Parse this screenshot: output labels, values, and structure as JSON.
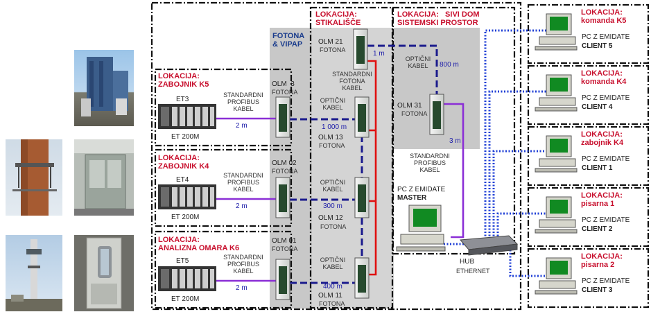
{
  "colors": {
    "location": "#c8102e",
    "distance": "#1a1aa8",
    "shade": "#c8c8c8",
    "purple_cable": "#8b2fd6",
    "red_cable": "#e01010",
    "blue_fiber": "#1a1a8c",
    "ethernet": "#1f3fd6"
  },
  "photos": [
    {
      "name": "photo-industrial-plant",
      "icon": "factory-photo"
    },
    {
      "name": "photo-chimney",
      "icon": "chimney-photo"
    },
    {
      "name": "photo-electrical-cabinet",
      "icon": "cabinet-photo"
    },
    {
      "name": "photo-stack-tower",
      "icon": "tower-photo"
    },
    {
      "name": "photo-analyzer-cabinet",
      "icon": "analyzer-photo"
    }
  ],
  "fotona_vipap": "FOTONA\n& VIPAP",
  "loc_stikalisce": {
    "line1": "LOKACIJA:",
    "line2": "STIKALIŠČE"
  },
  "loc_sivi_dom": {
    "line1": "LOKACIJA:   SIVI DOM",
    "line2": "SISTEMSKI PROSTOR"
  },
  "left_stations": [
    {
      "loc1": "LOKACIJA:",
      "loc2": "ZABOJNIK K5",
      "et": "ET3",
      "et200": "ET 200M",
      "cable": "STANDARDNI\nPROFIBUS\nKABEL",
      "dist": "2 m",
      "olm": "OLM  3",
      "fotona": "FOTONA"
    },
    {
      "loc1": "LOKACIJA:",
      "loc2": "ZABOJNIK K4",
      "et": "ET4",
      "et200": "ET 200M",
      "cable": "STANDARDNI\nPROFIBUS\nKABEL",
      "dist": "2 m",
      "olm": "OLM 02",
      "fotona": "FOTONA"
    },
    {
      "loc1": "LOKACIJA:",
      "loc2": "ANALIZNA OMARA K6",
      "et": "ET5",
      "et200": "ET 200M",
      "cable": "STANDARDNI\nPROFIBUS\nKABEL",
      "dist": "2 m",
      "olm": "OLM 01",
      "fotona": "FOTONA"
    }
  ],
  "switch_olms": [
    {
      "olm": "OLM 13",
      "fotona": "FOTONA",
      "fiber": "OPTIČNI\nKABEL",
      "dist": "1 000 m"
    },
    {
      "olm": "OLM 12",
      "fotona": "FOTONA",
      "fiber": "OPTIČNI\nKABEL",
      "dist": "300 m"
    },
    {
      "olm": "OLM 11",
      "fotona": "FOTONA",
      "fiber": "OPTIČNI\nKABEL",
      "dist": "400 m"
    }
  ],
  "olm21": {
    "olm": "OLM 21",
    "fotona": "FOTONA",
    "dist": "1 m",
    "cable": "STANDARDNI\nFOTONA\nKABEL"
  },
  "olm31": {
    "olm": "OLM 31",
    "fotona": "FOTONA",
    "fiber": "OPTIČNI\nKABEL",
    "dist_top": "800 m",
    "dist_bottom": "3 m"
  },
  "master": {
    "cable": "STANDARDNI\nPROFIBUS\nKABEL",
    "title": "PC Z EMIDATE",
    "role": "MASTER"
  },
  "hub": {
    "line1": "HUB",
    "line2": "ETHERNET"
  },
  "clients": [
    {
      "loc1": "LOKACIJA:",
      "loc2": "komanda K5",
      "pc": "PC Z EMIDATE",
      "name": "CLIENT 5"
    },
    {
      "loc1": "LOKACIJA:",
      "loc2": "komanda K4",
      "pc": "PC Z EMIDATE",
      "name": "CLIENT 4"
    },
    {
      "loc1": "LOKACIJA:",
      "loc2": "zabojnik K4",
      "pc": "PC Z EMIDATE",
      "name": "CLIENT 1"
    },
    {
      "loc1": "LOKACIJA:",
      "loc2": "pisarna 1",
      "pc": "PC Z EMIDATE",
      "name": "CLIENT 2"
    },
    {
      "loc1": "LOKACIJA:",
      "loc2": "pisarna 2",
      "pc": "PC Z EMIDATE",
      "name": "CLIENT 3"
    }
  ]
}
